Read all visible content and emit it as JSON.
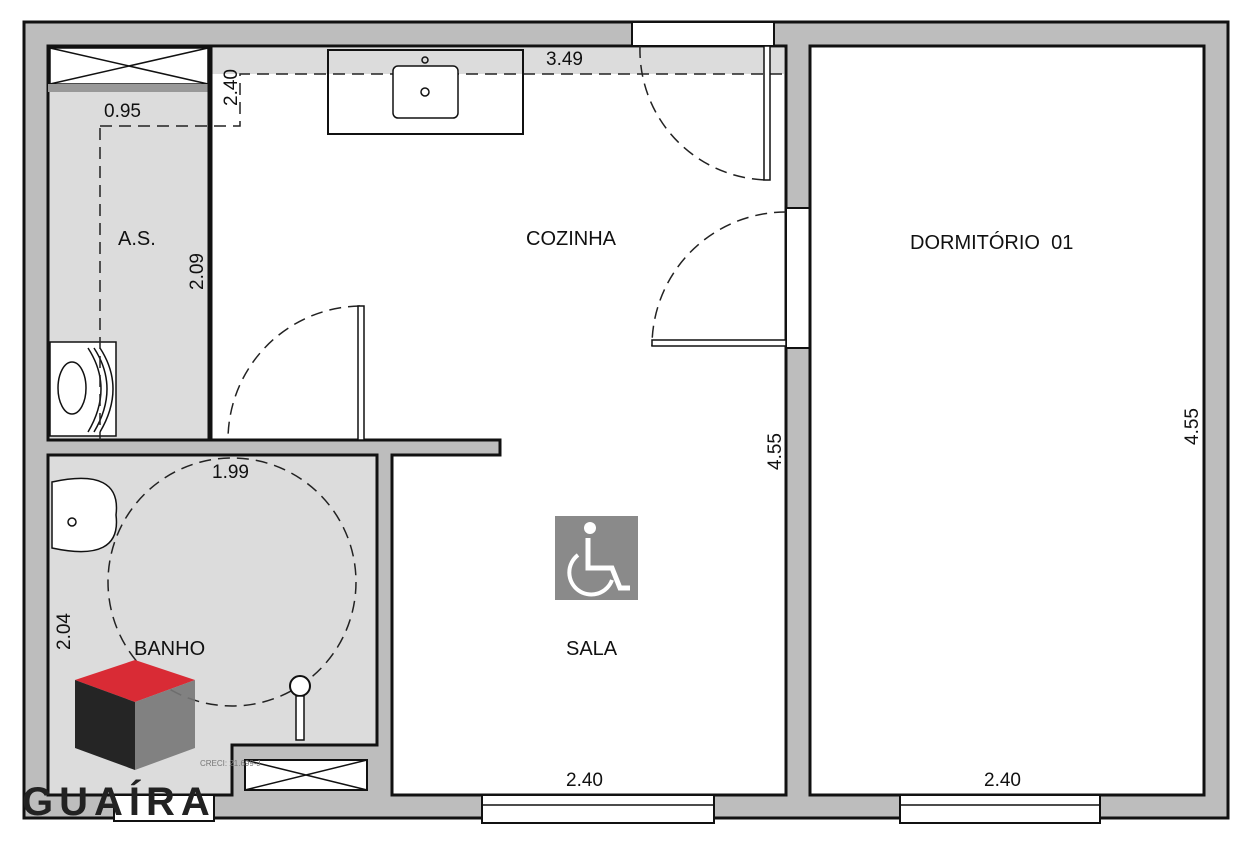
{
  "rooms": {
    "area_servico": "A.S.",
    "cozinha": "COZINHA",
    "dormitorio": "DORMITÓRIO  01",
    "banho": "BANHO",
    "sala": "SALA"
  },
  "dimensions": {
    "as_width": "0.95",
    "as_depth": "2.09",
    "kitchen_counter": "2.40",
    "kitchen_top": "3.49",
    "banho_width": "1.99",
    "banho_depth": "2.04",
    "sala_depth": "4.55",
    "sala_width": "2.40",
    "dorm_depth": "4.55",
    "dorm_width": "2.40"
  },
  "logo": {
    "name": "GUAÍRA",
    "creci": "CRECI: 21.699-J"
  },
  "colors": {
    "logo_red": "#d92b35",
    "wall": "#bdbdbd",
    "wet_area": "#dcdcdc"
  }
}
